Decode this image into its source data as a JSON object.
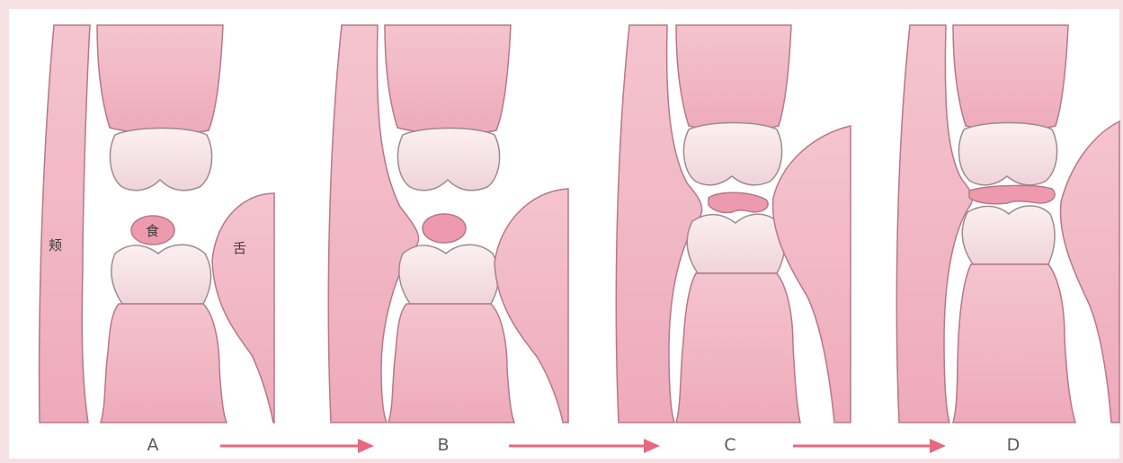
{
  "panels": [
    {
      "label": "A"
    },
    {
      "label": "B"
    },
    {
      "label": "C"
    },
    {
      "label": "D"
    }
  ],
  "annotations": {
    "cheek": "颊",
    "food_bolus": "食",
    "tongue": "舌"
  },
  "colors": {
    "background": "#f6e1e5",
    "frame_bg": "#ffffff",
    "soft_tissue": "#f2b8c4",
    "soft_tissue_dark": "#e9a0b1",
    "outline": "#b77886",
    "tooth": "#f7e4e8",
    "tooth_shade": "#eccdd4",
    "bolus": "#ee9aae",
    "arrow": "#e8687e"
  }
}
